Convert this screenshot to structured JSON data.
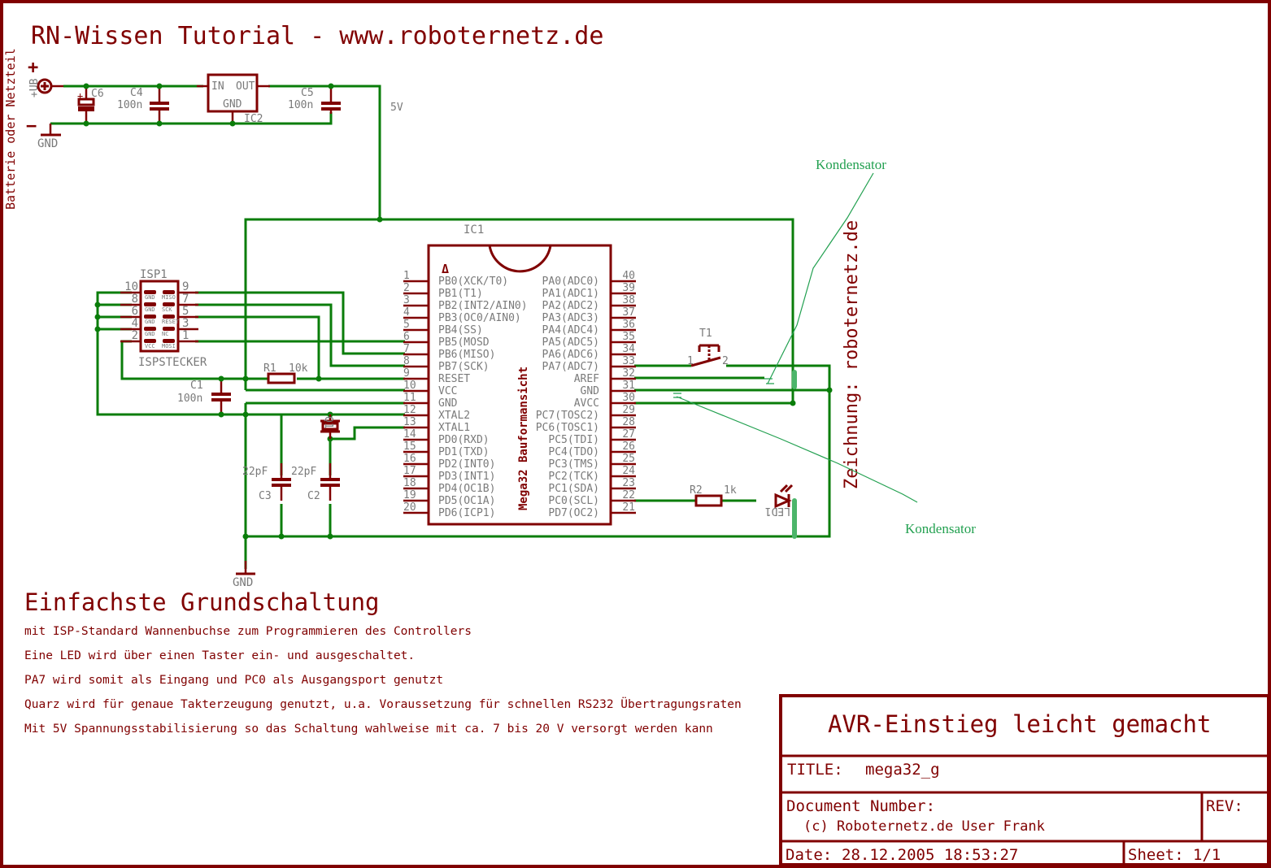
{
  "header": {
    "title": "RN-Wissen Tutorial  - www.roboternetz.de",
    "side_label": "Batterie oder Netzteil",
    "vertical_credit": "Zeichnung: roboternetz.de"
  },
  "power_supply": {
    "plus_sign": "+",
    "minus_sign": "−",
    "ub_label": "+UB",
    "gnd_label": "GND",
    "c6": "C6",
    "c4": "C4",
    "c4_value": "100n",
    "c5": "C5",
    "c5_value": "100n",
    "ic2": "IC2",
    "ic2_in": "IN",
    "ic2_out": "OUT",
    "ic2_gnd": "GND",
    "rail_label": "5V"
  },
  "isp": {
    "name": "ISP1",
    "label": "ISPSTECKER",
    "left_pins": [
      "10",
      "8",
      "6",
      "4",
      "2"
    ],
    "right_pins": [
      "9",
      "7",
      "5",
      "3",
      "1"
    ],
    "left_signals": [
      "GND",
      "GND",
      "GND",
      "GND",
      "VCC"
    ],
    "right_signals": [
      "MISO",
      "SCK",
      "RESET",
      "NC",
      "MOSI"
    ]
  },
  "mcu": {
    "name": "IC1",
    "part_label": "Mega32 Bauformansicht",
    "marker": "Δ",
    "left_pins": [
      {
        "num": "1",
        "name": "PB0(XCK/T0)"
      },
      {
        "num": "2",
        "name": "PB1(T1)"
      },
      {
        "num": "3",
        "name": "PB2(INT2/AIN0)"
      },
      {
        "num": "4",
        "name": "PB3(OC0/AIN0)"
      },
      {
        "num": "5",
        "name": "PB4(SS)"
      },
      {
        "num": "6",
        "name": "PB5(MOSD"
      },
      {
        "num": "7",
        "name": "PB6(MISO)"
      },
      {
        "num": "8",
        "name": "PB7(SCK)"
      },
      {
        "num": "9",
        "name": "RESET"
      },
      {
        "num": "10",
        "name": "VCC"
      },
      {
        "num": "11",
        "name": "GND"
      },
      {
        "num": "12",
        "name": "XTAL2"
      },
      {
        "num": "13",
        "name": "XTAL1"
      },
      {
        "num": "14",
        "name": "PD0(RXD)"
      },
      {
        "num": "15",
        "name": "PD1(TXD)"
      },
      {
        "num": "16",
        "name": "PD2(INT0)"
      },
      {
        "num": "17",
        "name": "PD3(INT1)"
      },
      {
        "num": "18",
        "name": "PD4(OC1B)"
      },
      {
        "num": "19",
        "name": "PD5(OC1A)"
      },
      {
        "num": "20",
        "name": "PD6(ICP1)"
      }
    ],
    "right_pins": [
      {
        "num": "40",
        "name": "PA0(ADC0)"
      },
      {
        "num": "39",
        "name": "PA1(ADC1)"
      },
      {
        "num": "38",
        "name": "PA2(ADC2)"
      },
      {
        "num": "37",
        "name": "PA3(ADC3)"
      },
      {
        "num": "36",
        "name": "PA4(ADC4)"
      },
      {
        "num": "35",
        "name": "PA5(ADC5)"
      },
      {
        "num": "34",
        "name": "PA6(ADC6)"
      },
      {
        "num": "33",
        "name": "PA7(ADC7)"
      },
      {
        "num": "32",
        "name": "AREF"
      },
      {
        "num": "31",
        "name": "GND"
      },
      {
        "num": "30",
        "name": "AVCC"
      },
      {
        "num": "29",
        "name": "PC7(TOSC2)"
      },
      {
        "num": "28",
        "name": "PC6(TOSC1)"
      },
      {
        "num": "27",
        "name": "PC5(TDI)"
      },
      {
        "num": "26",
        "name": "PC4(TDO)"
      },
      {
        "num": "25",
        "name": "PC3(TMS)"
      },
      {
        "num": "24",
        "name": "PC2(TCK)"
      },
      {
        "num": "23",
        "name": "PC1(SDA)"
      },
      {
        "num": "22",
        "name": "PC0(SCL)"
      },
      {
        "num": "21",
        "name": "PD7(OC2)"
      }
    ]
  },
  "components": {
    "r1": "R1",
    "r1_value": "10k",
    "c1": "C1",
    "c1_value": "100n",
    "q1": "Q1",
    "c3": "C3",
    "c3_value": "22pF",
    "c2": "C2",
    "c2_value": "22pF",
    "t1": "T1",
    "t1_pin1": "1",
    "t1_pin2": "2",
    "r2": "R2",
    "r2_value": "1k",
    "led": "LED1",
    "gnd_label": "GND"
  },
  "annotations": {
    "top": "Kondensator",
    "bottom": "Kondensator"
  },
  "description": {
    "heading": "Einfachste Grundschaltung",
    "lines": [
      "mit ISP-Standard  Wannenbuchse zum Programmieren des Controllers",
      "Eine LED wird über einen Taster ein- und ausgeschaltet.",
      "PA7 wird somit als Eingang und PC0 als Ausgangsport genutzt",
      "Quarz wird für genaue Takterzeugung genutzt, u.a. Voraussetzung für schnellen  RS232 Übertragungsraten",
      "Mit 5V Spannungsstabilisierung so das Schaltung wahlweise mit ca. 7 bis 20 V versorgt werden kann"
    ]
  },
  "title_block": {
    "heading": "AVR-Einstieg leicht gemacht",
    "title_label": "TITLE:",
    "title_value": "mega32_g",
    "doc_label": "Document Number:",
    "doc_value": "(c) Roboternetz.de User Frank",
    "rev_label": "REV:",
    "date_label": "Date:",
    "date_value": "28.12.2005 18:53:27",
    "sheet_label": "Sheet:",
    "sheet_value": "1/1"
  }
}
